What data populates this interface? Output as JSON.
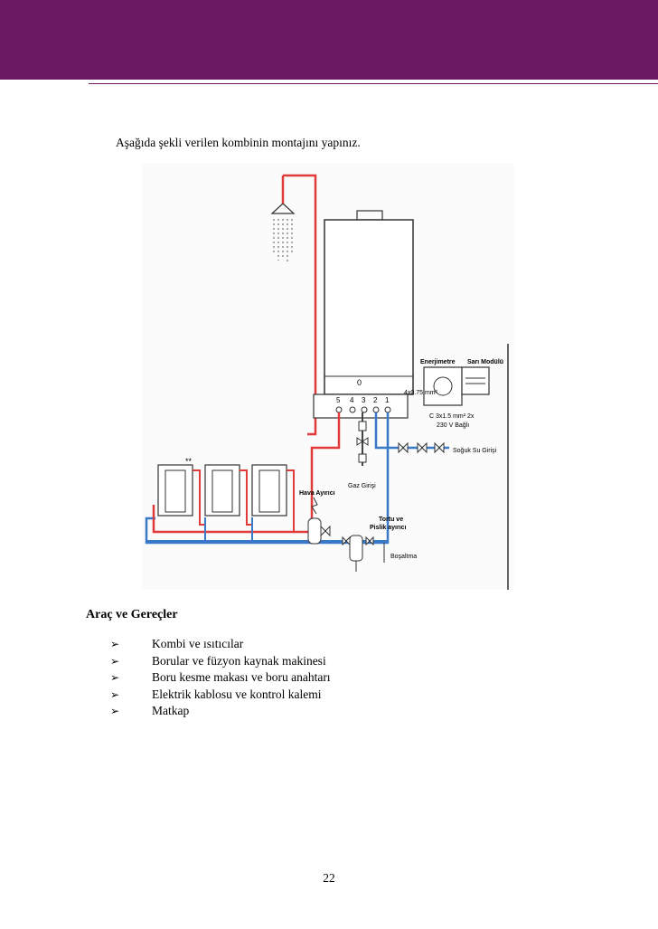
{
  "intro_text": "Aşağıda şekli verilen kombinin montajını yapınız.",
  "diagram": {
    "labels": {
      "energy_meter": "Enerjimetre",
      "fuse_module": "Sarı Modülü",
      "cable_main": "4x0.75 mm²",
      "cable_power_line1": "C 3x1.5 mm² 2x",
      "cable_power_line2": "230 V Bağlı",
      "cold_water": "Soğuk Su Girişi",
      "air_separator": "Hava Ayırıcı",
      "gas_inlet": "Gaz Girişi",
      "dirt_separator_line1": "Tortu ve",
      "dirt_separator_line2": "Pislik ayırıcı",
      "drain": "Boşaltma",
      "display": "0",
      "connection_numbers": [
        "5",
        "4",
        "3",
        "2",
        "1"
      ],
      "radiator_marker": "**"
    },
    "colors": {
      "hot_pipe": "#e03a3a",
      "cold_pipe": "#3a78c8",
      "outline": "#333333"
    }
  },
  "section_heading": "Araç ve Gereçler",
  "tools": [
    "Kombi ve ısıtıcılar",
    "Borular ve füzyon kaynak makinesi",
    "Boru kesme makası ve boru anahtarı",
    "Elektrik kablosu ve kontrol kalemi",
    "Matkap"
  ],
  "bullet_icon": "arrow-bullet-icon",
  "page_number": "22"
}
